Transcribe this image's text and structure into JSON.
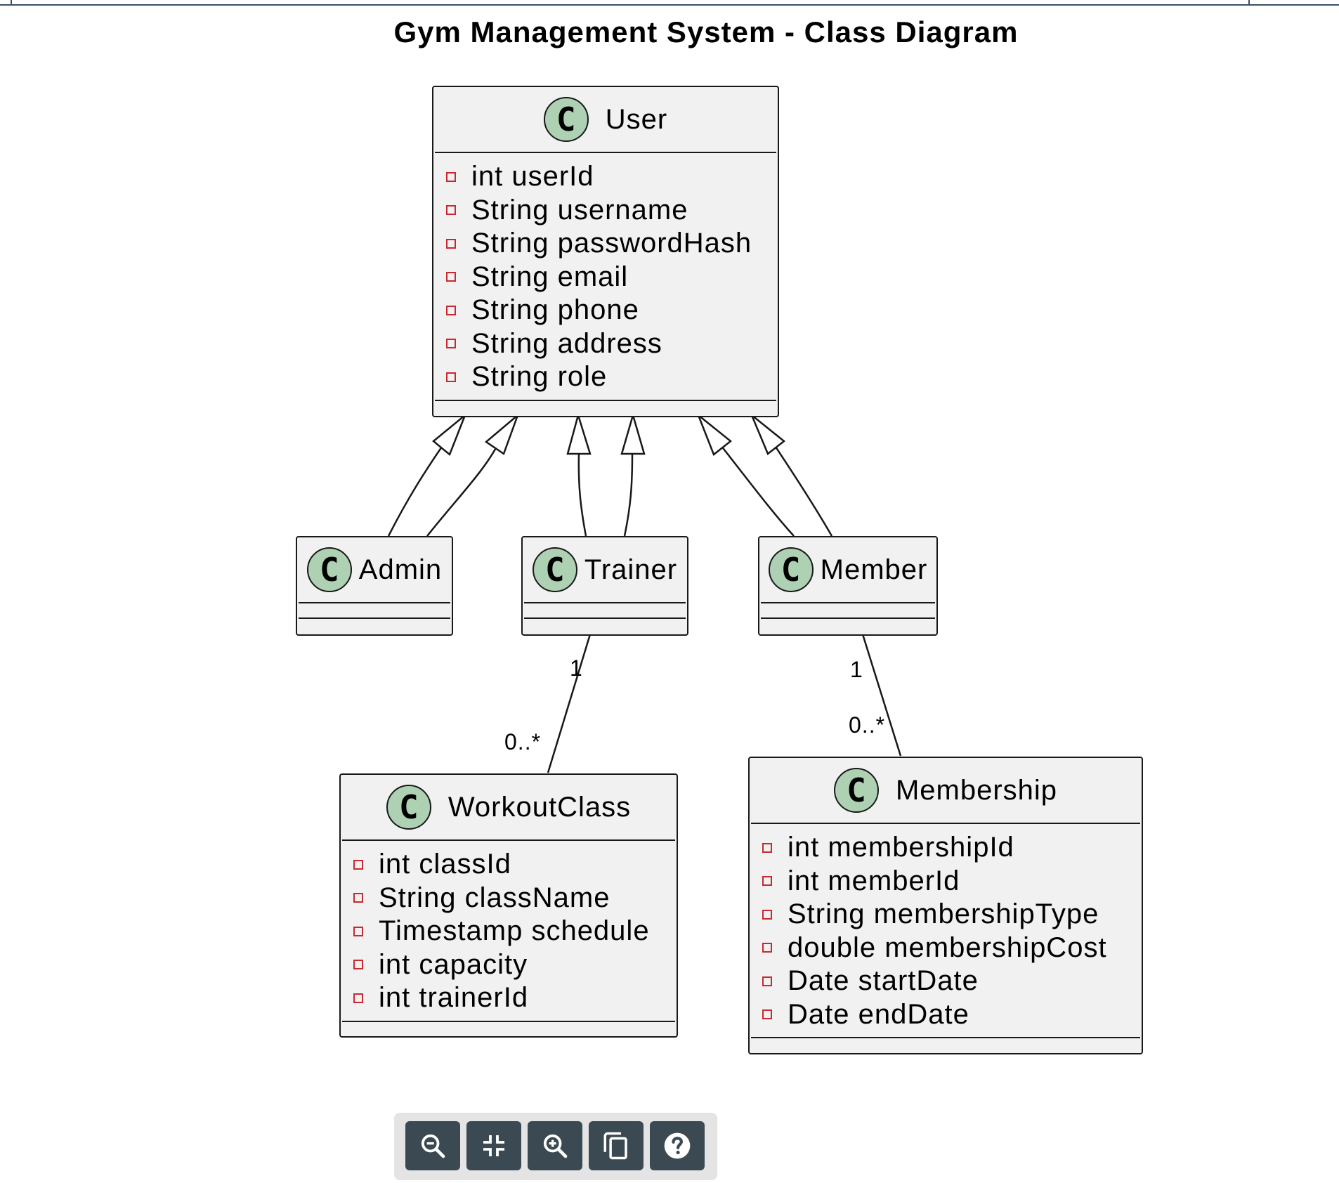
{
  "title": "Gym Management System - Class Diagram",
  "classes": {
    "user": {
      "icon": "C",
      "name": "User",
      "attributes": [
        "int userId",
        "String username",
        "String passwordHash",
        "String email",
        "String phone",
        "String address",
        "String role"
      ]
    },
    "admin": {
      "icon": "C",
      "name": "Admin"
    },
    "trainer": {
      "icon": "C",
      "name": "Trainer"
    },
    "member": {
      "icon": "C",
      "name": "Member"
    },
    "workout_class": {
      "icon": "C",
      "name": "WorkoutClass",
      "attributes": [
        "int classId",
        "String className",
        "Timestamp schedule",
        "int capacity",
        "int trainerId"
      ]
    },
    "membership": {
      "icon": "C",
      "name": "Membership",
      "attributes": [
        "int membershipId",
        "int memberId",
        "String membershipType",
        "double membershipCost",
        "Date startDate",
        "Date endDate"
      ]
    }
  },
  "associations": {
    "trainer_workout": {
      "source_mult": "1",
      "target_mult": "0..*"
    },
    "member_membership": {
      "source_mult": "1",
      "target_mult": "0..*"
    }
  },
  "toolbar": {
    "buttons": [
      "zoom-out-icon",
      "fit-to-screen-icon",
      "zoom-in-icon",
      "copy-icon",
      "help-icon"
    ]
  },
  "colors": {
    "class_fill": "#f1f1f1",
    "class_icon": "#add1b2",
    "visibility_private": "#c82930",
    "border": "#181818",
    "toolbar_button": "#3b4a52"
  }
}
